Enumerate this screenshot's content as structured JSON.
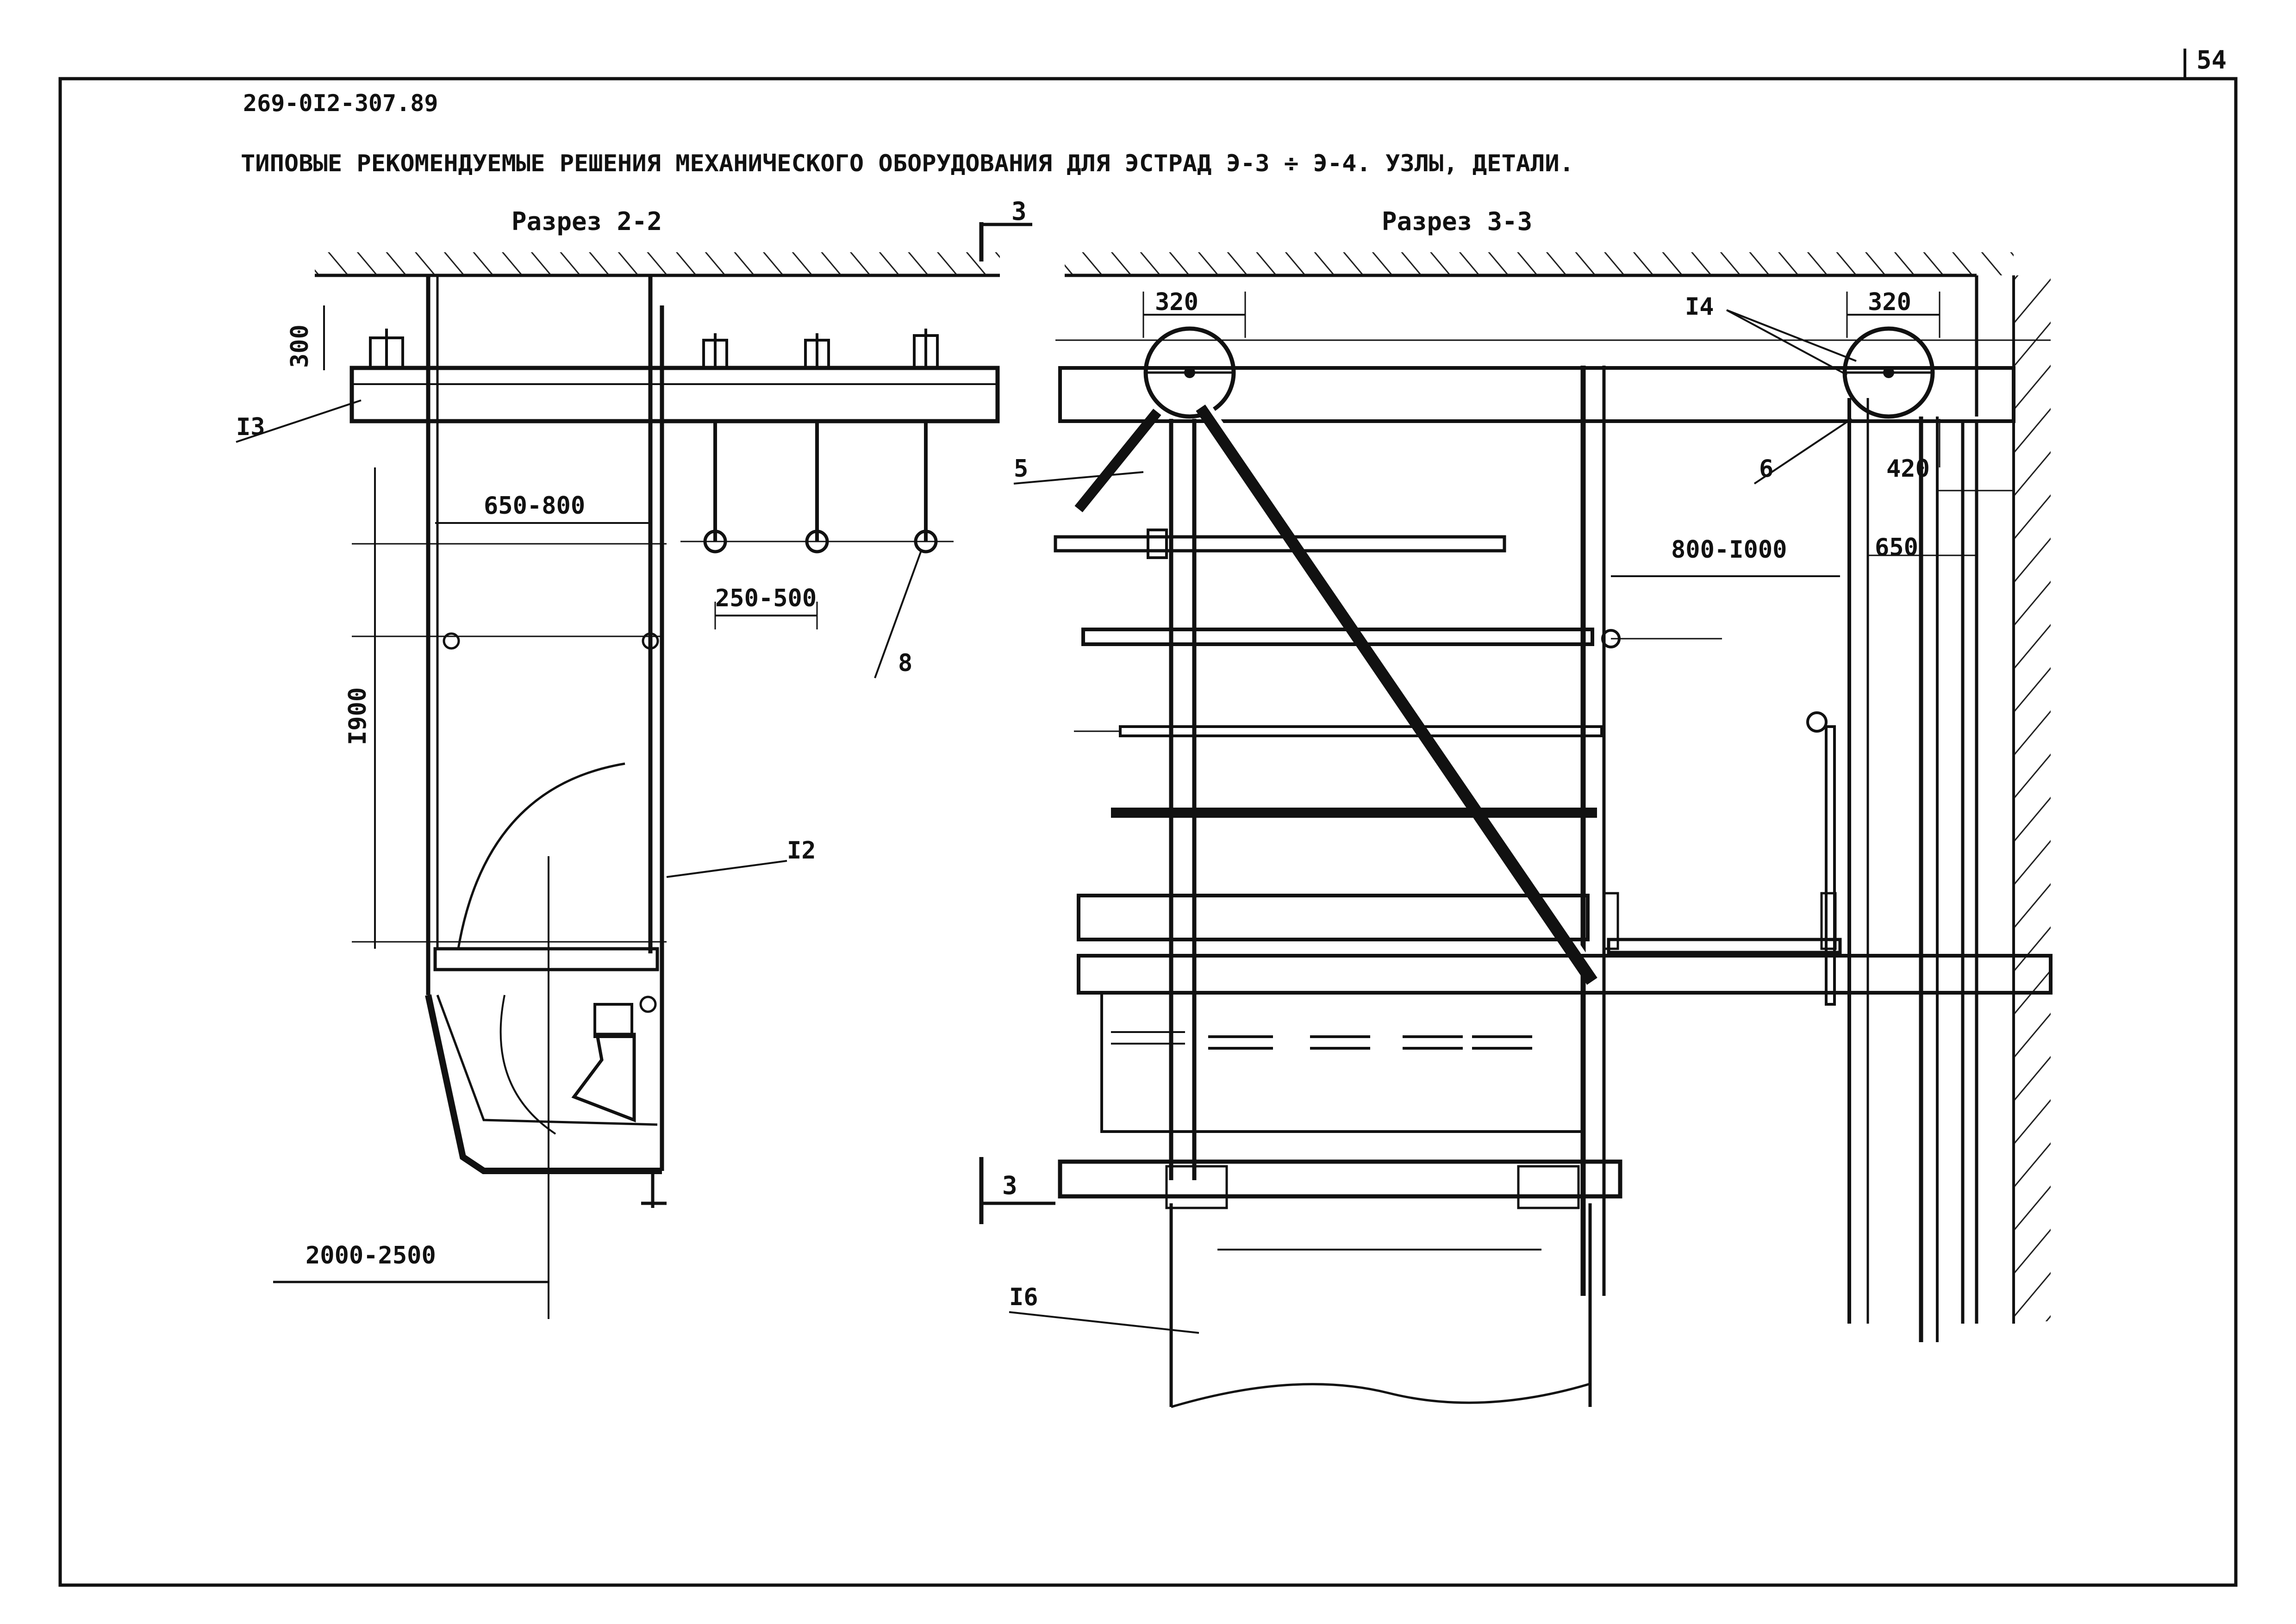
{
  "document": {
    "page_number": "54",
    "drawing_code": "269-0I2-307.89",
    "title": "ТИПОВЫЕ РЕКОМЕНДУЕМЫЕ РЕШЕНИЯ МЕХАНИЧЕСКОГО ОБОРУДОВАНИЯ ДЛЯ ЭСТРАД Э-3 ÷ Э-4. УЗЛЫ, ДЕТАЛИ."
  },
  "section_left": {
    "title": "Разрез 2-2",
    "dims": {
      "height_top": "300",
      "width_gallery": "650-800",
      "spacing": "250-500",
      "height": "I900",
      "reach": "2000-2500"
    },
    "callouts": {
      "c13": "I3",
      "c12": "I2",
      "c8": "8"
    }
  },
  "section_right": {
    "title": "Разрез 3-3",
    "cut_mark": "3",
    "dims": {
      "pulley_left": "320",
      "pulley_right": "320",
      "offset": "420",
      "width_mid": "800-I000",
      "width_right": "650"
    },
    "callouts": {
      "c14": "I4",
      "c5": "5",
      "c6": "6",
      "c16": "I6"
    }
  }
}
